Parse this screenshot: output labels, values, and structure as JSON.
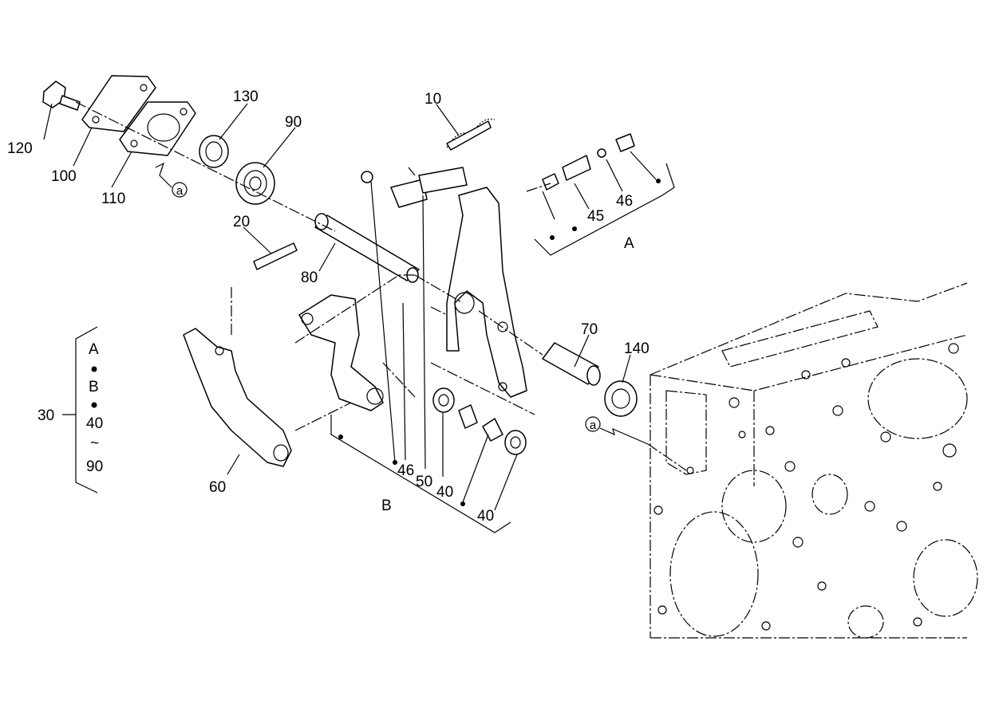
{
  "diagram": {
    "callouts": {
      "c10": "10",
      "c20": "20",
      "c40a": "40",
      "c40b": "40",
      "c45": "45",
      "c46a": "46",
      "c46b": "46",
      "c50": "50",
      "c60": "60",
      "c70": "70",
      "c80": "80",
      "c90": "90",
      "c100": "100",
      "c110": "110",
      "c120": "120",
      "c130": "130",
      "c140": "140"
    },
    "groups": {
      "groupA": "A",
      "groupB": "B"
    },
    "ref_markers": {
      "a1": "a",
      "a2": "a"
    },
    "kit_legend": {
      "number": "30",
      "lines": [
        "A",
        "•",
        "B",
        "•",
        "40",
        "~",
        "90"
      ]
    }
  }
}
